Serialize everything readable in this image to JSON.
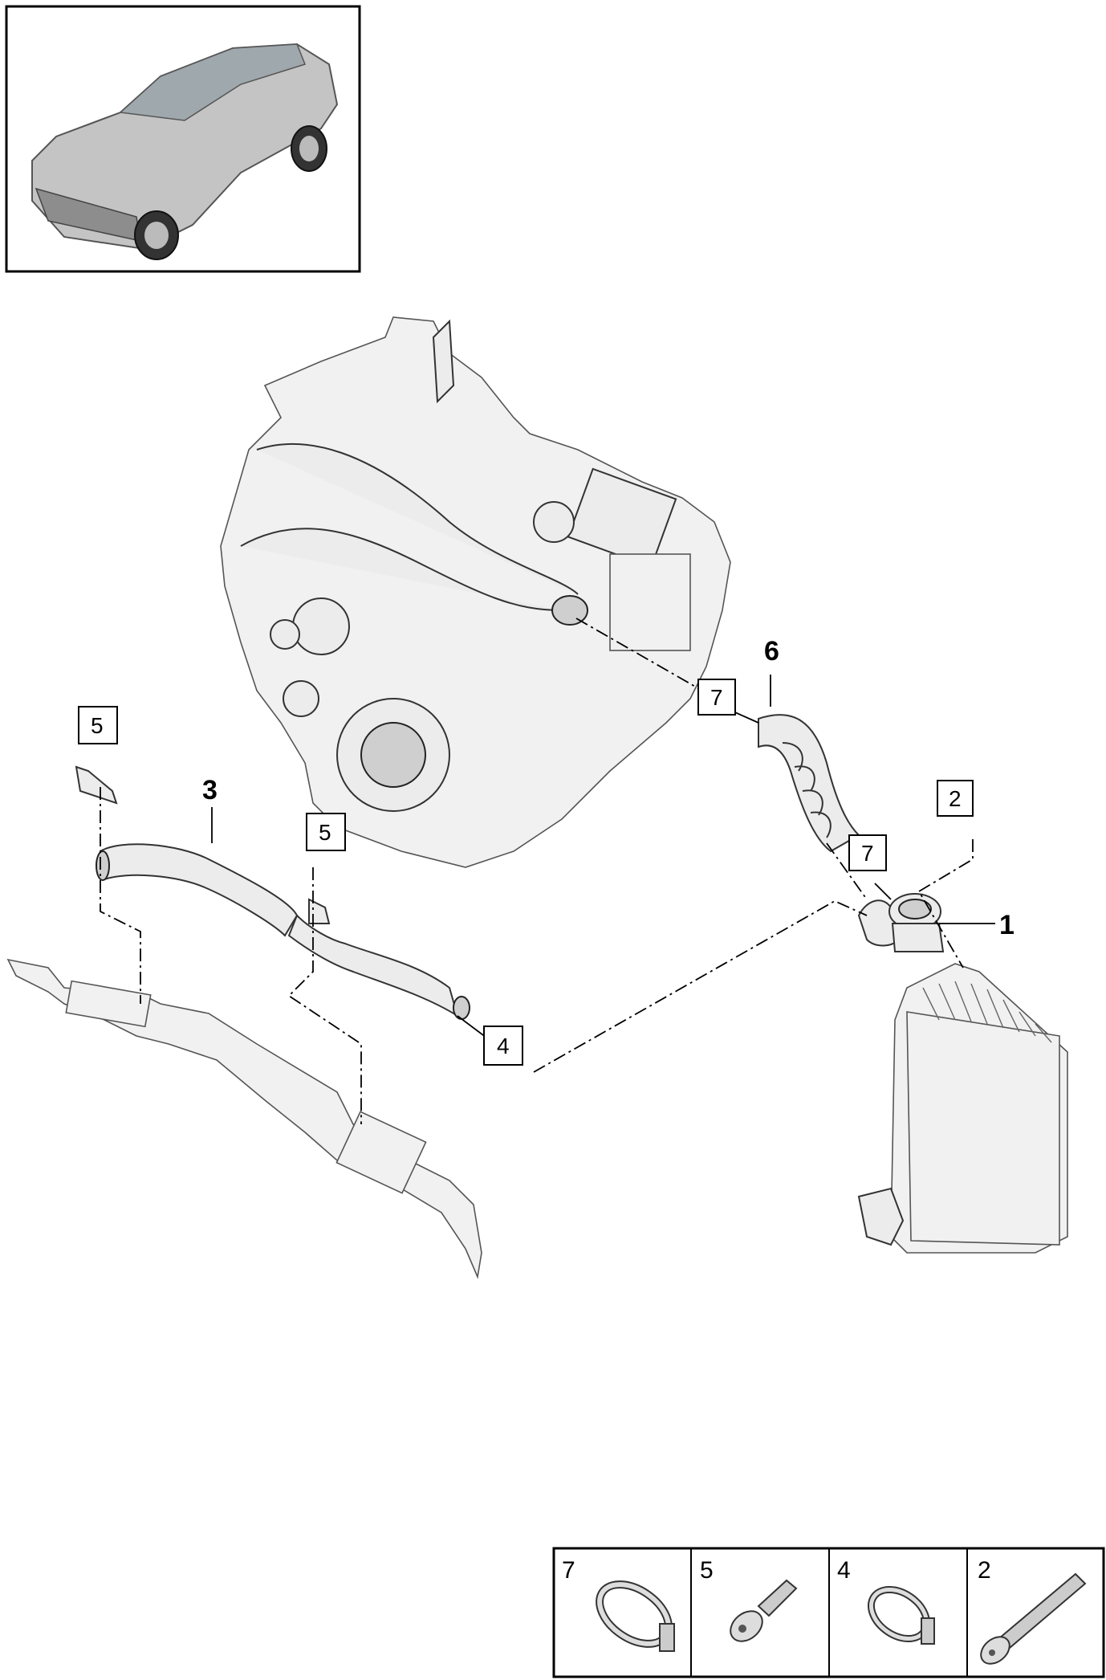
{
  "callouts": {
    "bold": [
      {
        "id": "1",
        "text": "1"
      },
      {
        "id": "3",
        "text": "3"
      },
      {
        "id": "6",
        "text": "6"
      }
    ],
    "boxed": [
      {
        "id": "2",
        "text": "2"
      },
      {
        "id": "4",
        "text": "4"
      },
      {
        "id": "5a",
        "text": "5"
      },
      {
        "id": "5b",
        "text": "5"
      },
      {
        "id": "7a",
        "text": "7"
      },
      {
        "id": "7b",
        "text": "7"
      }
    ]
  },
  "legend": [
    {
      "number": "7",
      "icon": "hose-clamp-icon"
    },
    {
      "number": "5",
      "icon": "flange-bolt-icon"
    },
    {
      "number": "4",
      "icon": "hose-clamp-icon"
    },
    {
      "number": "2",
      "icon": "long-bolt-icon"
    }
  ]
}
